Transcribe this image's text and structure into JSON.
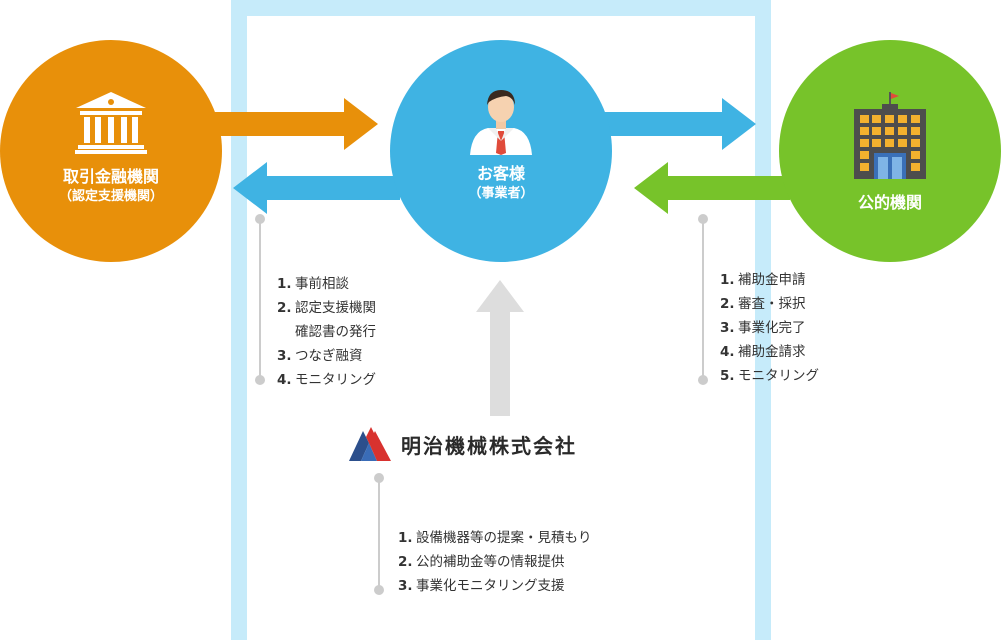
{
  "nodes": {
    "bank": {
      "title": "取引金融機関",
      "subtitle": "（認定支援機関）",
      "icon": "bank-icon",
      "color": "#e8900a"
    },
    "customer": {
      "title": "お客様",
      "subtitle": "（事業者）",
      "icon": "person-icon",
      "color": "#3fb3e3"
    },
    "public": {
      "title": "公的機関",
      "icon": "building-icon",
      "color": "#77c32a"
    }
  },
  "company": {
    "name": "明治機械株式会社",
    "icon": "meiji-logo-icon"
  },
  "bank_steps": [
    {
      "num": "1.",
      "text": "事前相談"
    },
    {
      "num": "2.",
      "text": "認定支援機関",
      "text2": "確認書の発行"
    },
    {
      "num": "3.",
      "text": "つなぎ融資"
    },
    {
      "num": "4.",
      "text": "モニタリング"
    }
  ],
  "public_steps": [
    {
      "num": "1.",
      "text": "補助金申請"
    },
    {
      "num": "2.",
      "text": "審査・採択"
    },
    {
      "num": "3.",
      "text": "事業化完了"
    },
    {
      "num": "4.",
      "text": "補助金請求"
    },
    {
      "num": "5.",
      "text": "モニタリング"
    }
  ],
  "company_steps": [
    {
      "num": "1.",
      "text": "設備機器等の提案・見積もり"
    },
    {
      "num": "2.",
      "text": "公的補助金等の情報提供"
    },
    {
      "num": "3.",
      "text": "事業化モニタリング支援"
    }
  ],
  "colors": {
    "orange": "#e8900a",
    "blue": "#3fb3e3",
    "green": "#77c32a",
    "frame": "#c6ebfa",
    "gray_arrow": "#dddddd",
    "connector": "#cccccc"
  }
}
